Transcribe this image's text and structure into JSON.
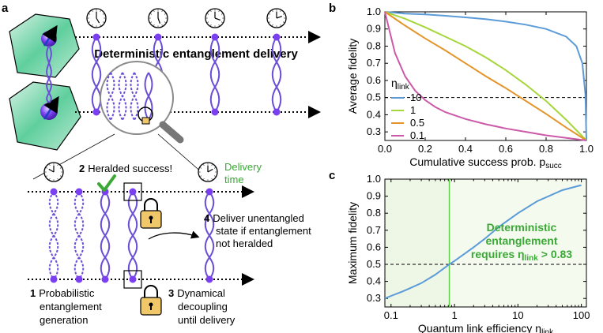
{
  "panels": {
    "a": {
      "letter": "a",
      "title": "Deterministic entanglement delivery",
      "step1": "1",
      "step1_text": [
        "Probabilistic",
        "entanglement",
        "generation"
      ],
      "step2": "2",
      "step2_text": "Heralded success!",
      "step3": "3",
      "step3_text": [
        "Dynamical",
        "decoupling",
        "until delivery"
      ],
      "step4": "4",
      "step4_text": [
        "Deliver unentangled",
        "state if entanglement",
        "not heralded"
      ],
      "delivery_label": [
        "Delivery",
        "time"
      ]
    },
    "b": {
      "letter": "b"
    },
    "c": {
      "letter": "c"
    }
  },
  "colors": {
    "purple": "#6b4fd6",
    "node": "#7a3ff0",
    "green": "#3aa935",
    "lock": "#f0c86a",
    "blue": "#5b9bd8",
    "lightgreen": "#a6d63a",
    "orange": "#e3952a",
    "pink": "#cc5aa8",
    "shade": "#eef6e6"
  },
  "chart_data": [
    {
      "type": "line",
      "panel": "b",
      "xlabel": "Cumulative success prob. p",
      "xlabel_sub": "succ",
      "ylabel": "Average fidelity",
      "xlim": [
        0,
        1
      ],
      "ylim": [
        0.25,
        1.0
      ],
      "xticks": [
        "0.0",
        "0.2",
        "0.4",
        "0.6",
        "0.8",
        "1.0"
      ],
      "yticks": [
        "1.0",
        "0.9",
        "0.8",
        "0.7",
        "0.6",
        "0.5",
        "0.4",
        "0.3"
      ],
      "legend_title": "η",
      "legend_title_sub": "link",
      "legend_placement": "left",
      "reference_line": 0.5,
      "series": [
        {
          "name": "10",
          "color": "#5b9bd8",
          "x": [
            0,
            0.1,
            0.2,
            0.3,
            0.4,
            0.5,
            0.6,
            0.7,
            0.8,
            0.9,
            0.95,
            0.98,
            0.995,
            1.0
          ],
          "y": [
            1.0,
            0.99,
            0.985,
            0.977,
            0.968,
            0.957,
            0.943,
            0.925,
            0.9,
            0.855,
            0.8,
            0.7,
            0.52,
            0.25
          ]
        },
        {
          "name": "1",
          "color": "#a6d63a",
          "x": [
            0,
            0.1,
            0.2,
            0.3,
            0.4,
            0.5,
            0.6,
            0.7,
            0.8,
            0.9,
            1.0
          ],
          "y": [
            1.0,
            0.96,
            0.91,
            0.855,
            0.8,
            0.735,
            0.66,
            0.575,
            0.48,
            0.37,
            0.25
          ]
        },
        {
          "name": "0.5",
          "color": "#e3952a",
          "x": [
            0,
            0.1,
            0.2,
            0.3,
            0.4,
            0.5,
            0.6,
            0.7,
            0.8,
            0.9,
            1.0
          ],
          "y": [
            1.0,
            0.92,
            0.845,
            0.775,
            0.7,
            0.625,
            0.555,
            0.48,
            0.405,
            0.325,
            0.25
          ]
        },
        {
          "name": "0.1",
          "color": "#cc5aa8",
          "x": [
            0,
            0.05,
            0.1,
            0.15,
            0.2,
            0.25,
            0.3,
            0.4,
            0.5,
            0.6,
            0.7,
            0.8,
            0.9,
            1.0
          ],
          "y": [
            1.0,
            0.76,
            0.625,
            0.54,
            0.485,
            0.445,
            0.415,
            0.375,
            0.345,
            0.32,
            0.3,
            0.28,
            0.265,
            0.25
          ]
        }
      ]
    },
    {
      "type": "line",
      "panel": "c",
      "xlabel": "Quantum link efficiency η",
      "xlabel_sub": "link",
      "ylabel": "Maximum fidelity",
      "xscale": "log",
      "xlim": [
        0.08,
        120
      ],
      "ylim": [
        0.25,
        1.0
      ],
      "xticks": [
        {
          "value": 0.1,
          "label": "0.1"
        },
        {
          "value": 1,
          "label": "1"
        },
        {
          "value": 10,
          "label": "10"
        },
        {
          "value": 100,
          "label": "100"
        }
      ],
      "yticks": [
        "1.0",
        "0.9",
        "0.8",
        "0.7",
        "0.6",
        "0.5",
        "0.4",
        "0.3"
      ],
      "threshold_x": 0.83,
      "reference_line": 0.5,
      "annotation": [
        "Deterministic",
        "entanglement",
        "requires η",
        "link",
        " > 0.83"
      ],
      "series": [
        {
          "color": "#5b9bd8",
          "x": [
            0.08,
            0.1,
            0.15,
            0.2,
            0.3,
            0.5,
            0.83,
            1,
            2,
            3,
            5,
            10,
            20,
            50,
            100
          ],
          "y": [
            0.3,
            0.315,
            0.34,
            0.36,
            0.39,
            0.44,
            0.5,
            0.52,
            0.6,
            0.65,
            0.72,
            0.8,
            0.87,
            0.935,
            0.965
          ]
        }
      ]
    }
  ]
}
